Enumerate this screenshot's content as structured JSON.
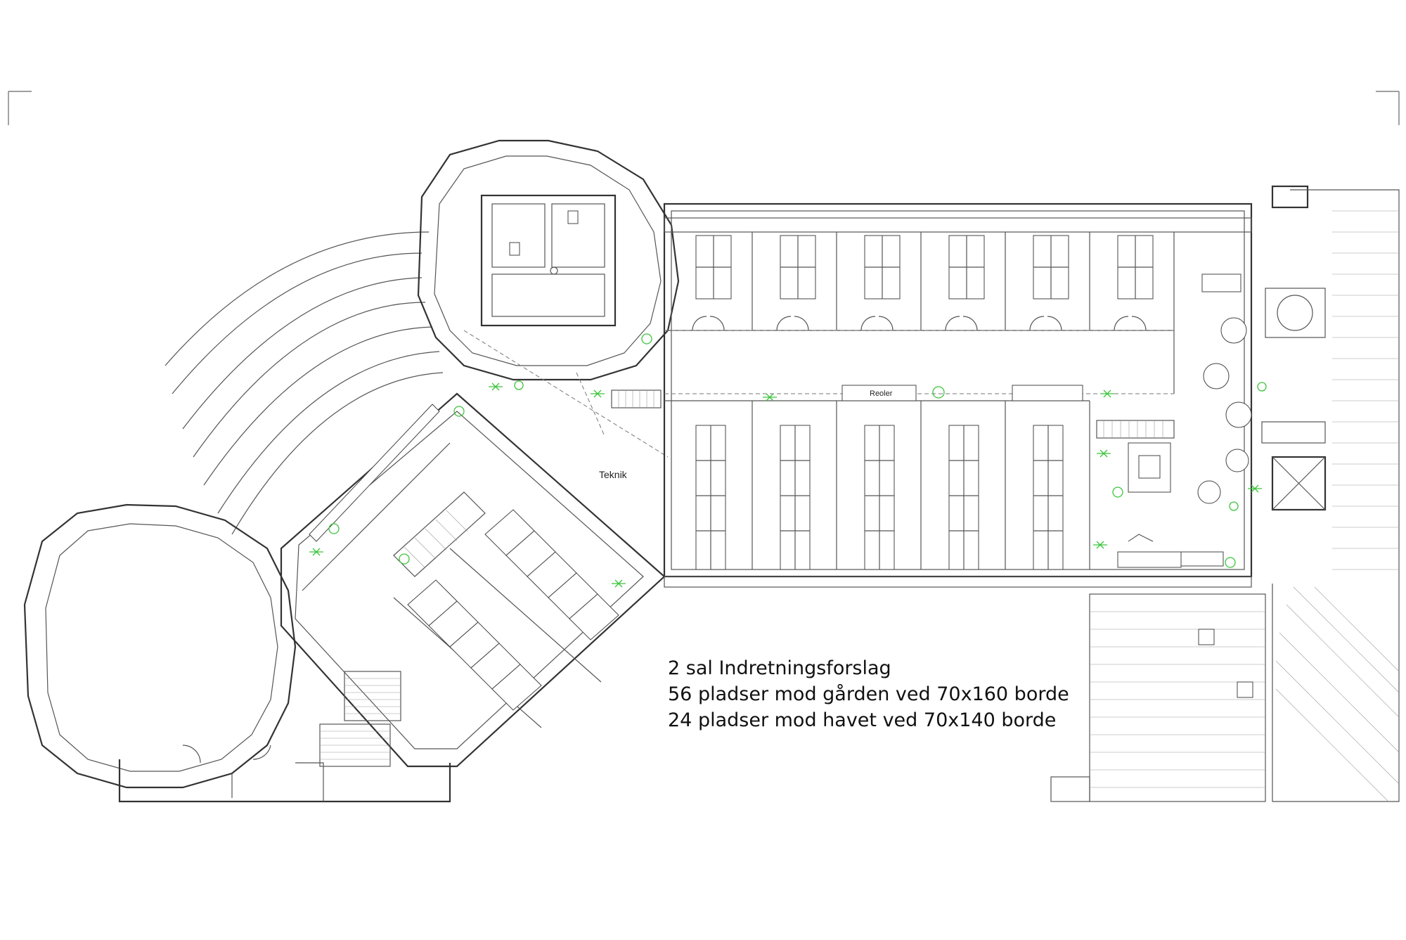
{
  "drawing": {
    "caption": {
      "line1": "2 sal Indretningsforslag",
      "line2": "56 pladser mod gården ved 70x160 borde",
      "line3": "24 pladser mod havet ved 70x140 borde"
    },
    "labels": {
      "teknik": "Teknik",
      "reoler": "Reoler"
    },
    "colors": {
      "lines": "#555555",
      "plants": "#3cc43c",
      "background": "#ffffff"
    }
  }
}
